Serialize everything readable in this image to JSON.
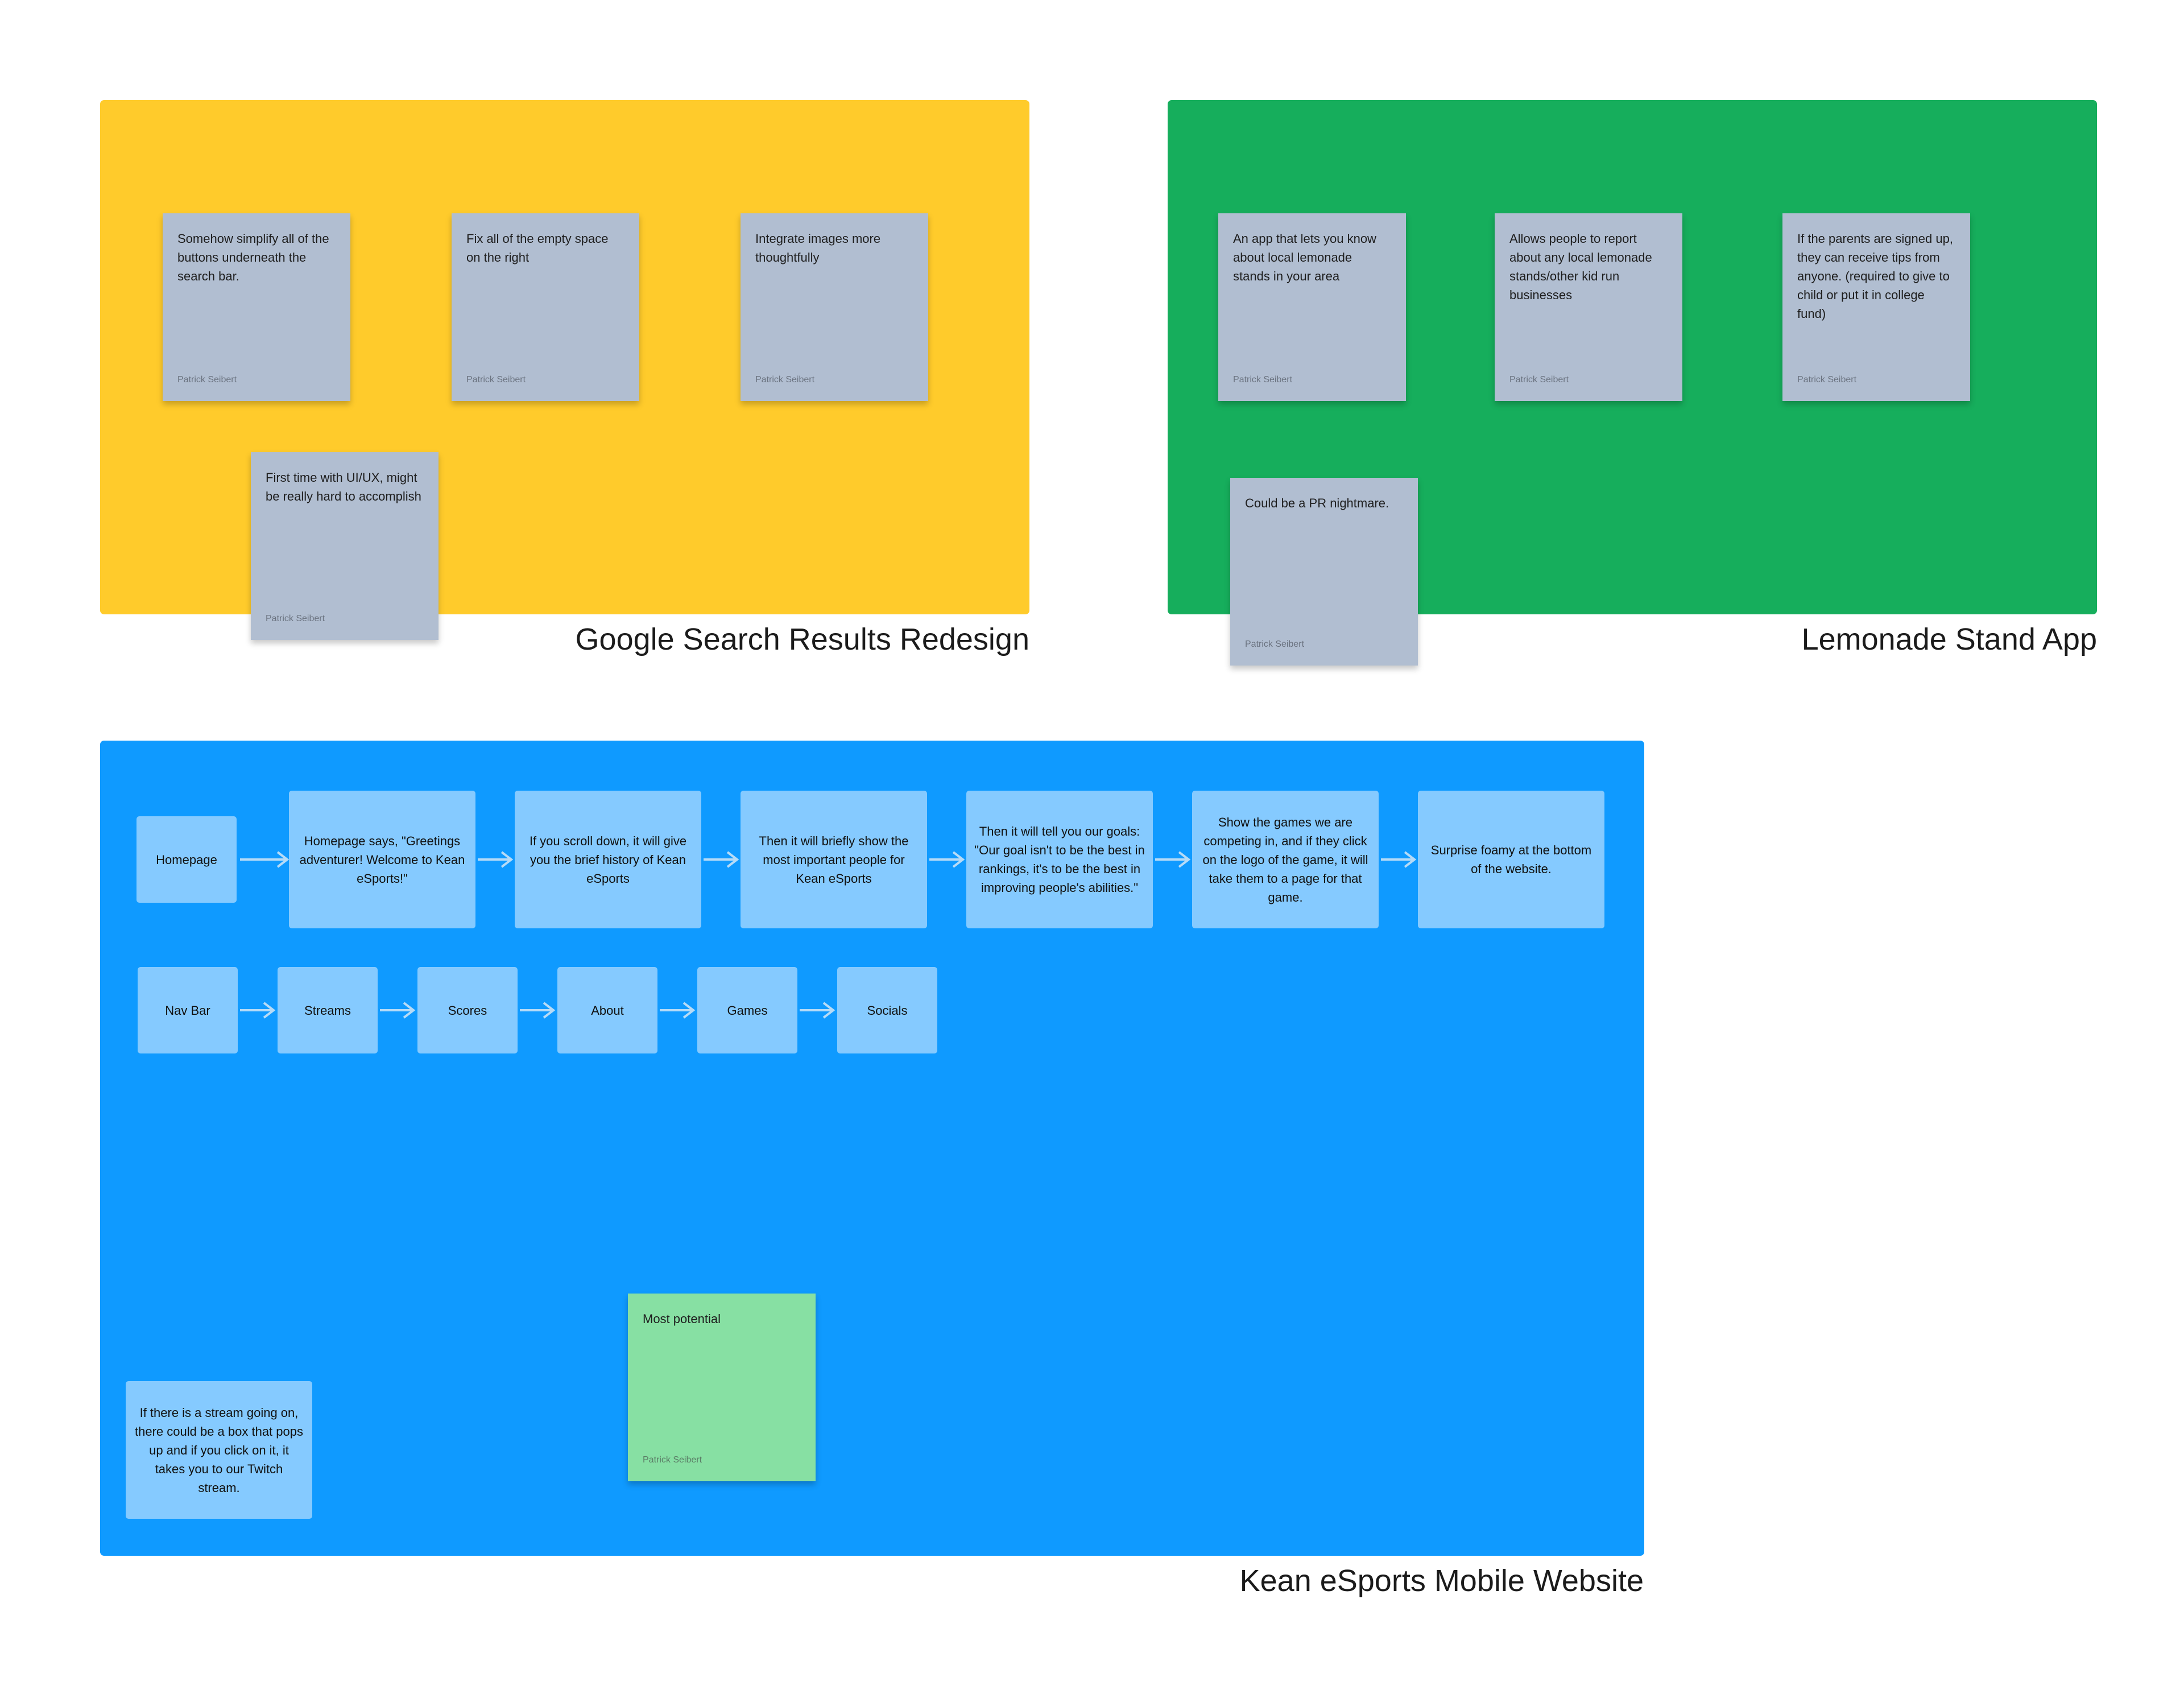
{
  "colors": {
    "google_section": "#ffcb2b",
    "lemonade_section": "#16ae5c",
    "kean_section": "#0f9aff",
    "sticky_gray": "#b1bed1",
    "sticky_green": "#87e0a3",
    "flow_box": "#85caff",
    "connector": "#b6dbf7"
  },
  "sections": {
    "google": {
      "title": "Google Search Results Redesign",
      "stickies": [
        {
          "text": "Somehow simplify all of the buttons underneath the search bar.",
          "author": "Patrick Seibert"
        },
        {
          "text": "Fix all of the empty space on the right",
          "author": "Patrick Seibert"
        },
        {
          "text": "Integrate images more thoughtfully",
          "author": "Patrick Seibert"
        },
        {
          "text": "First time with UI/UX, might be really hard to accomplish",
          "author": "Patrick Seibert"
        }
      ]
    },
    "lemonade": {
      "title": "Lemonade Stand App",
      "stickies": [
        {
          "text": "An app that lets you know about local lemonade stands in your area",
          "author": "Patrick Seibert"
        },
        {
          "text": "Allows people to report about any local lemonade stands/other kid run businesses",
          "author": "Patrick Seibert"
        },
        {
          "text": "If the parents are signed up, they can receive tips from anyone. (required to give to child or put it in college fund)",
          "author": "Patrick Seibert"
        },
        {
          "text": "Could be a PR nightmare.",
          "author": "Patrick Seibert"
        }
      ]
    },
    "kean": {
      "title": "Kean eSports Mobile Website",
      "flow1": [
        "Homepage",
        "Homepage says, \"Greetings adventurer! Welcome to Kean eSports!\"",
        "If you scroll down, it will give you the brief history of Kean eSports",
        "Then it will briefly show the most important people for Kean eSports",
        "Then it will tell you our goals: \"Our goal isn't to be the best in rankings, it's to be the best in improving people's abilities.\"",
        "Show the games we are competing in, and if they click on the logo of the game, it will take them to a page for that game.",
        "Surprise foamy at the bottom of the website."
      ],
      "flow2": [
        "Nav Bar",
        "Streams",
        "Scores",
        "About",
        "Games",
        "Socials"
      ],
      "stream_note": "If there is a stream going on, there could be a box that pops up and if you click on it, it takes you to our Twitch stream.",
      "potential_sticky": {
        "text": "Most potential",
        "author": "Patrick Seibert"
      }
    }
  }
}
